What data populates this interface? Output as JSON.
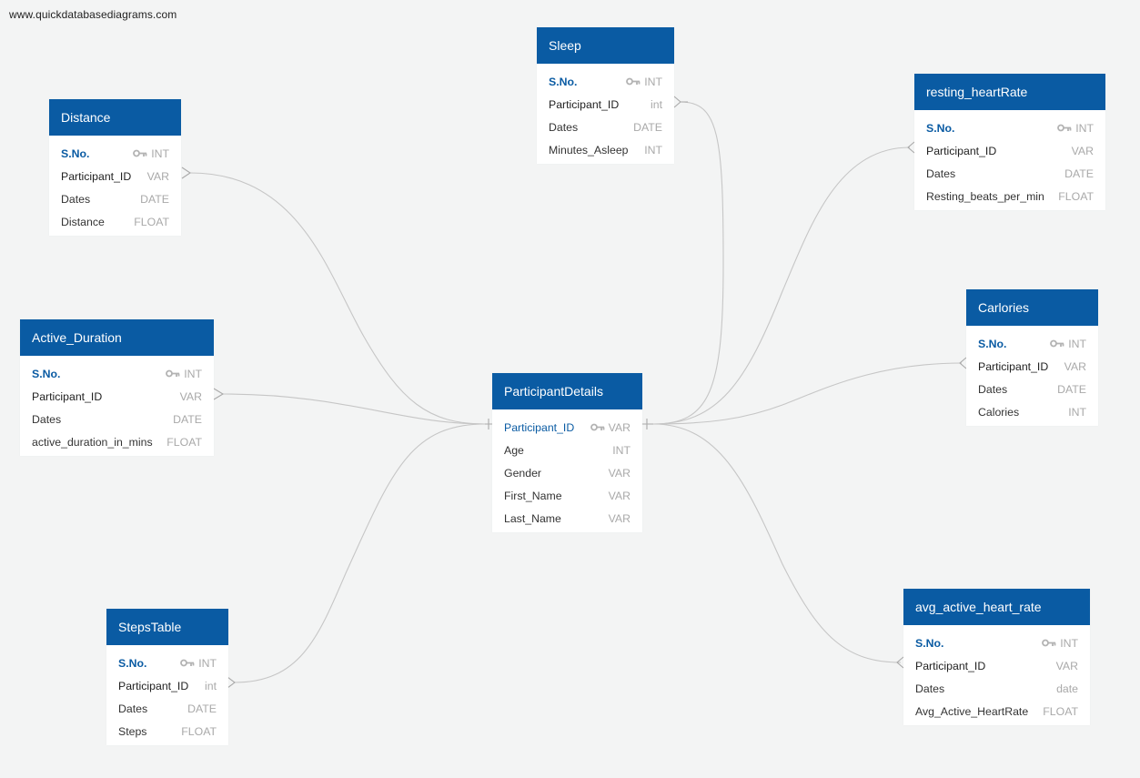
{
  "watermark": "www.quickdatabasediagrams.com",
  "colors": {
    "header": "#0a5ba3",
    "background": "#f3f4f4",
    "relation_line": "#c6c6c6"
  },
  "icons": {
    "primary_key": "key-icon"
  },
  "tables": {
    "sleep": {
      "name": "Sleep",
      "fields": [
        {
          "name": "S.No.",
          "type": "INT",
          "pk": true
        },
        {
          "name": "Participant_ID",
          "type": "int",
          "fk": true
        },
        {
          "name": "Dates",
          "type": "DATE"
        },
        {
          "name": "Minutes_Asleep",
          "type": "INT"
        }
      ]
    },
    "distance": {
      "name": "Distance",
      "fields": [
        {
          "name": "S.No.",
          "type": "INT",
          "pk": true
        },
        {
          "name": "Participant_ID",
          "type": "VAR",
          "fk": true
        },
        {
          "name": "Dates",
          "type": "DATE"
        },
        {
          "name": "Distance",
          "type": "FLOAT"
        }
      ]
    },
    "resting_heartRate": {
      "name": "resting_heartRate",
      "fields": [
        {
          "name": "S.No.",
          "type": "INT",
          "pk": true
        },
        {
          "name": "Participant_ID",
          "type": "VAR",
          "fk": true
        },
        {
          "name": "Dates",
          "type": "DATE"
        },
        {
          "name": "Resting_beats_per_min",
          "type": "FLOAT"
        }
      ]
    },
    "active_duration": {
      "name": "Active_Duration",
      "fields": [
        {
          "name": "S.No.",
          "type": "INT",
          "pk": true
        },
        {
          "name": "Participant_ID",
          "type": "VAR",
          "fk": true
        },
        {
          "name": "Dates",
          "type": "DATE"
        },
        {
          "name": "active_duration_in_mins",
          "type": "FLOAT"
        }
      ]
    },
    "carlories": {
      "name": "Carlories",
      "fields": [
        {
          "name": "S.No.",
          "type": "INT",
          "pk": true
        },
        {
          "name": "Participant_ID",
          "type": "VAR",
          "fk": true
        },
        {
          "name": "Dates",
          "type": "DATE"
        },
        {
          "name": "Calories",
          "type": "INT"
        }
      ]
    },
    "participant_details": {
      "name": "ParticipantDetails",
      "fields": [
        {
          "name": "Participant_ID",
          "type": "VAR",
          "pk": true
        },
        {
          "name": "Age",
          "type": "INT"
        },
        {
          "name": "Gender",
          "type": "VAR"
        },
        {
          "name": "First_Name",
          "type": "VAR"
        },
        {
          "name": "Last_Name",
          "type": "VAR"
        }
      ]
    },
    "steps_table": {
      "name": "StepsTable",
      "fields": [
        {
          "name": "S.No.",
          "type": "INT",
          "pk": true
        },
        {
          "name": "Participant_ID",
          "type": "int",
          "fk": true
        },
        {
          "name": "Dates",
          "type": "DATE"
        },
        {
          "name": "Steps",
          "type": "FLOAT"
        }
      ]
    },
    "avg_active_heart_rate": {
      "name": "avg_active_heart_rate",
      "fields": [
        {
          "name": "S.No.",
          "type": "INT",
          "pk": true
        },
        {
          "name": "Participant_ID",
          "type": "VAR",
          "fk": true
        },
        {
          "name": "Dates",
          "type": "date"
        },
        {
          "name": "Avg_Active_HeartRate",
          "type": "FLOAT"
        }
      ]
    }
  },
  "relationships": [
    {
      "from": "distance.Participant_ID",
      "to": "participant_details.Participant_ID",
      "cardinality": "many-to-one"
    },
    {
      "from": "active_duration.Participant_ID",
      "to": "participant_details.Participant_ID",
      "cardinality": "many-to-one"
    },
    {
      "from": "steps_table.Participant_ID",
      "to": "participant_details.Participant_ID",
      "cardinality": "many-to-one"
    },
    {
      "from": "sleep.Participant_ID",
      "to": "participant_details.Participant_ID",
      "cardinality": "many-to-one"
    },
    {
      "from": "resting_heartRate.Participant_ID",
      "to": "participant_details.Participant_ID",
      "cardinality": "many-to-one"
    },
    {
      "from": "carlories.Participant_ID",
      "to": "participant_details.Participant_ID",
      "cardinality": "many-to-one"
    },
    {
      "from": "avg_active_heart_rate.Participant_ID",
      "to": "participant_details.Participant_ID",
      "cardinality": "many-to-one"
    }
  ]
}
